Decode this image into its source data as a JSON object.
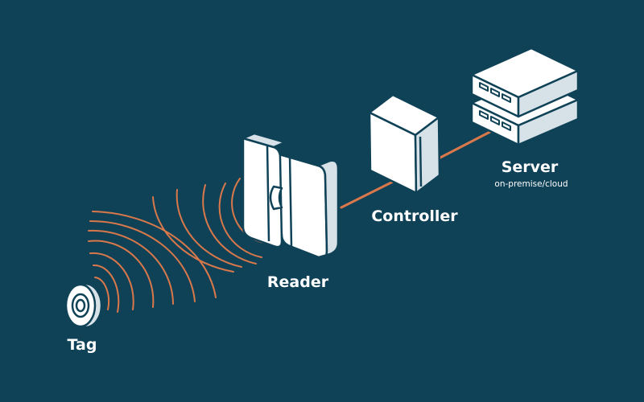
{
  "diagram": {
    "nodes": {
      "tag": {
        "label": "Tag"
      },
      "reader": {
        "label": "Reader"
      },
      "controller": {
        "label": "Controller"
      },
      "server": {
        "label": "Server",
        "sublabel": "on-premise/cloud"
      }
    },
    "colors": {
      "background": "#0f4257",
      "device_face": "#ffffff",
      "device_side": "#d7e2e8",
      "outline": "#0f4257",
      "connection": "#d9784a",
      "signal_wave": "#d9784a"
    }
  }
}
